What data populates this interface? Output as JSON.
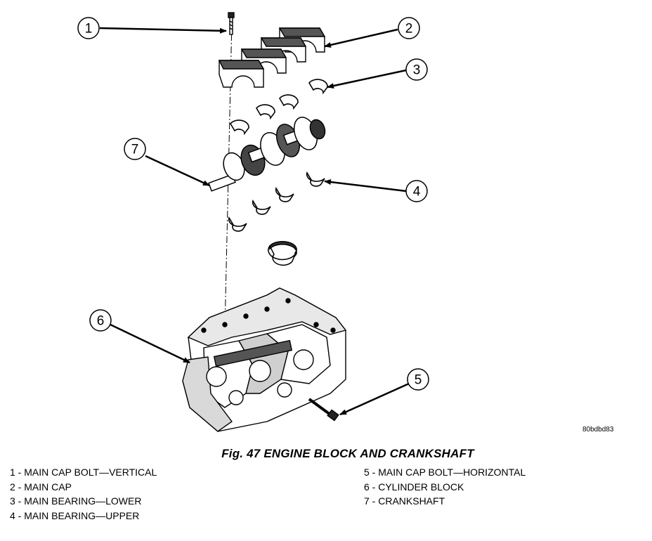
{
  "figure": {
    "caption": "Fig. 47 ENGINE BLOCK AND CRANKSHAFT",
    "drawing_code": "80bdbd83"
  },
  "callouts": [
    "1",
    "2",
    "3",
    "4",
    "5",
    "6",
    "7"
  ],
  "legend": {
    "left": [
      "1 - MAIN CAP BOLT—VERTICAL",
      "2 - MAIN CAP",
      "3 - MAIN BEARING—LOWER",
      "4 - MAIN BEARING—UPPER"
    ],
    "right": [
      "5 - MAIN CAP BOLT—HORIZONTAL",
      "6 - CYLINDER BLOCK",
      "7 - CRANKSHAFT"
    ]
  }
}
